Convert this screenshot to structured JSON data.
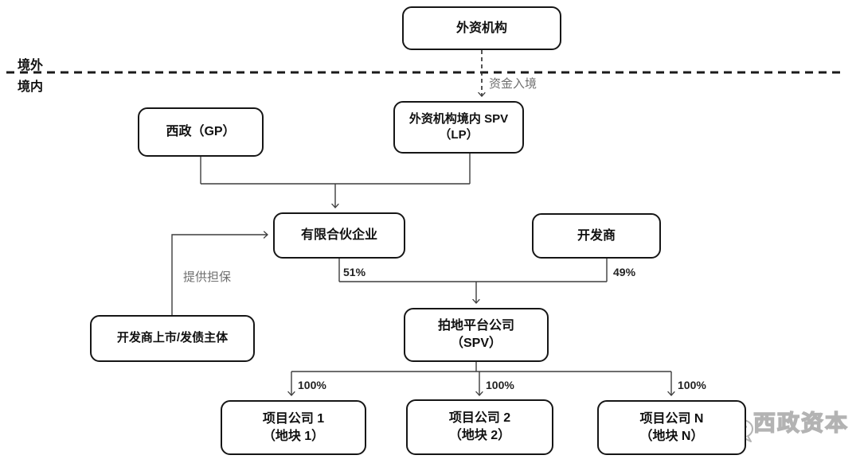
{
  "diagram": {
    "regions": {
      "offshore_label": "境外",
      "onshore_label": "境内"
    },
    "nodes": {
      "foreign_institution": {
        "label": "外资机构"
      },
      "xizheng_gp": {
        "label": "西政（GP）"
      },
      "foreign_spv_lp": {
        "line1": "外资机构境内 SPV",
        "line2": "（LP）"
      },
      "limited_partnership": {
        "label": "有限合伙企业"
      },
      "developer": {
        "label": "开发商"
      },
      "land_platform": {
        "line1": "拍地平台公司",
        "line2": "（SPV）"
      },
      "developer_bond_entity": {
        "label": "开发商上市/发债主体"
      },
      "project_co_1": {
        "line1": "项目公司 1",
        "line2": "（地块 1）"
      },
      "project_co_2": {
        "line1": "项目公司 2",
        "line2": "（地块 2）"
      },
      "project_co_n": {
        "line1": "项目公司 N",
        "line2": "（地块 N）"
      }
    },
    "edge_labels": {
      "capital_inbound": "资金入境",
      "guarantee": "提供担保",
      "lp_share": "51%",
      "developer_share": "49%",
      "project1_share": "100%",
      "project2_share": "100%",
      "projectn_share": "100%"
    },
    "watermark": {
      "brand": "西政资本",
      "icon": "wechat-logo-icon"
    },
    "colors": {
      "box_border": "#161616",
      "connector_line": "#3d3d3d",
      "gray_label": "#6f6f6f",
      "watermark_gray": "#b3b3b3",
      "background": "#ffffff"
    }
  }
}
